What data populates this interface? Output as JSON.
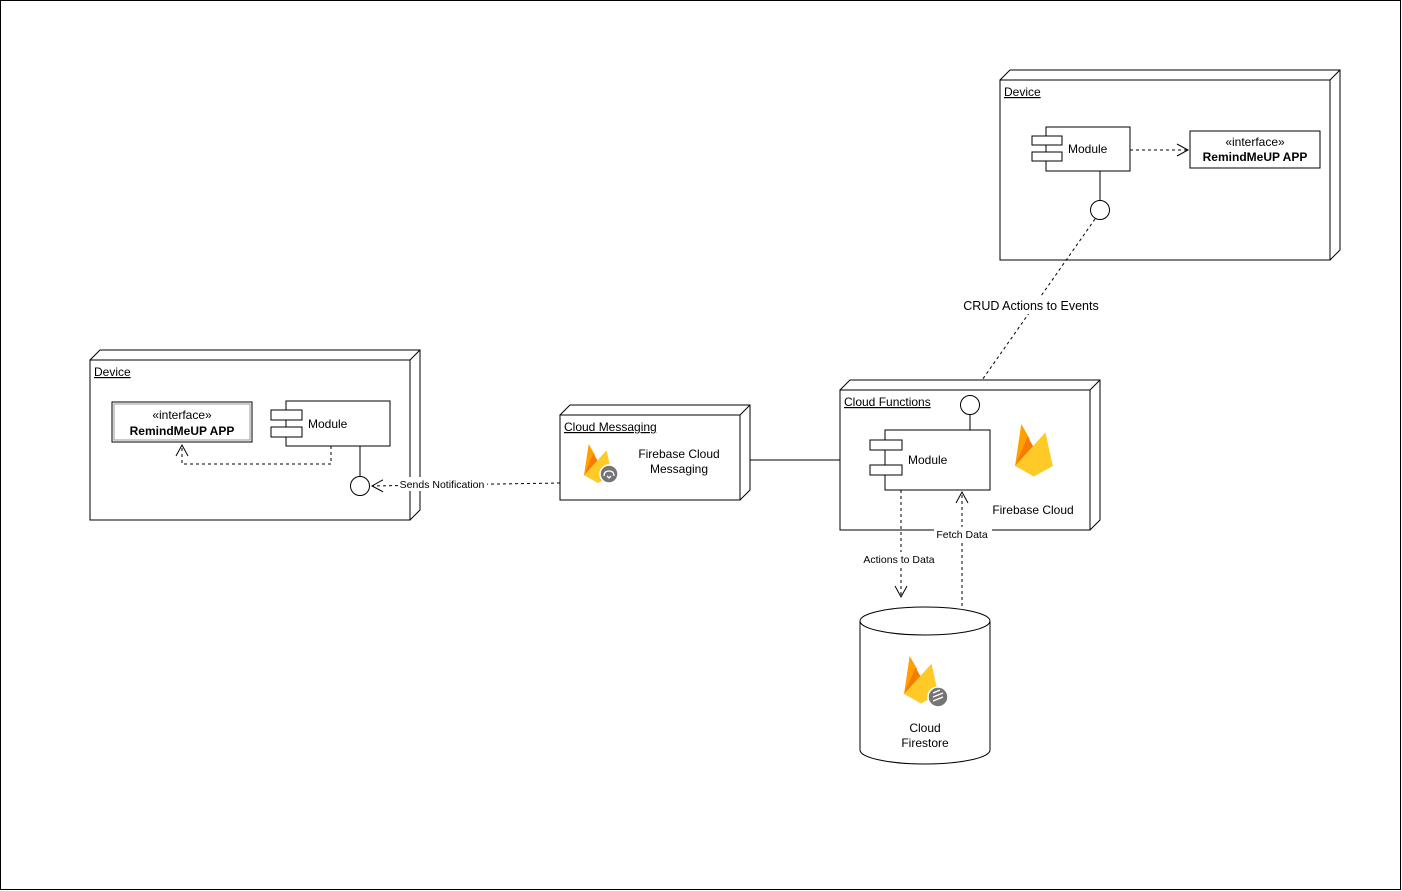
{
  "diagram": {
    "device_top": {
      "title": "Device",
      "module": "Module",
      "interface_stereotype": "«interface»",
      "interface_name": "RemindMeUP APP"
    },
    "device_left": {
      "title": "Device",
      "module": "Module",
      "interface_stereotype": "«interface»",
      "interface_name": "RemindMeUP APP"
    },
    "cloud_messaging": {
      "title": "Cloud Messaging",
      "label_line1": "Firebase Cloud",
      "label_line2": "Messaging"
    },
    "cloud_functions": {
      "title": "Cloud Functions",
      "module": "Module",
      "firebase_label": "Firebase Cloud"
    },
    "firestore": {
      "label_line1": "Cloud",
      "label_line2": "Firestore"
    },
    "edges": {
      "crud": "CRUD Actions to Events",
      "sends_notification": "Sends Notification",
      "actions_to_data": "Actions to Data",
      "fetch_data": "Fetch Data"
    }
  },
  "colors": {
    "flame_dark": "#F57C00",
    "flame_mid": "#FFA000",
    "flame_light": "#FFCA28",
    "badge": "#757575"
  },
  "icons": [
    "firebase-flame-icon",
    "cloud-messaging-badge-icon",
    "firestore-badge-icon",
    "component-icon"
  ]
}
